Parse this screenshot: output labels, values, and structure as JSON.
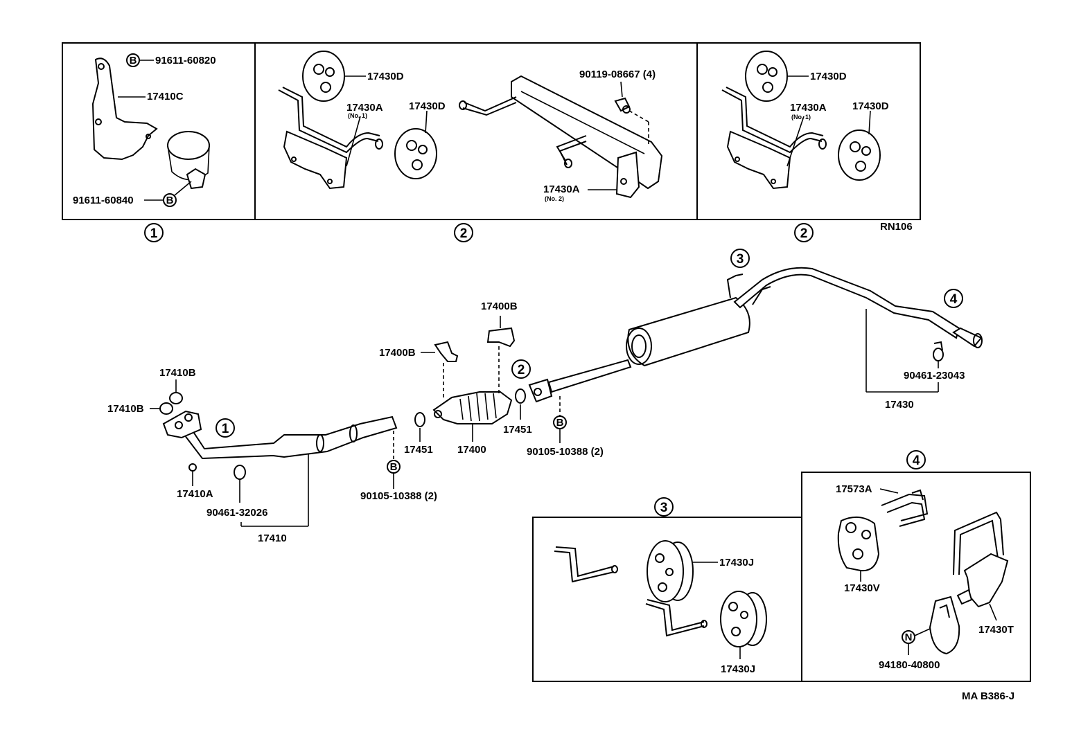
{
  "callouts": {
    "c1": "1",
    "c2": "2",
    "c3": "3",
    "c4": "4"
  },
  "codes": {
    "rn": "RN106",
    "ma": "MA B386-J"
  },
  "markers": {
    "b": "B",
    "n": "N"
  },
  "panel1": {
    "p91611_60820": "91611-60820",
    "p17410C": "17410C",
    "p91611_60840": "91611-60840"
  },
  "panel2a": {
    "p17430D_top": "17430D",
    "p17430A_no1": "17430A",
    "no1": "(No. 1)",
    "p17430D_mid": "17430D",
    "p90119": "90119-08667 (4)",
    "p17430A_no2": "17430A",
    "no2": "(No. 2)"
  },
  "panel2b": {
    "p17430D_top": "17430D",
    "p17430A_no1": "17430A",
    "no1": "(No. 1)",
    "p17430D_mid": "17430D"
  },
  "main": {
    "p17410B_a": "17410B",
    "p17410B_b": "17410B",
    "p17410A": "17410A",
    "p90461_32026": "90461-32026",
    "p17410": "17410",
    "p90105_left": "90105-10388 (2)",
    "p17451_left": "17451",
    "p17400B_left": "17400B",
    "p17400B_top": "17400B",
    "p17400": "17400",
    "p17451_right": "17451",
    "p90105_right": "90105-10388 (2)",
    "p90461_23043": "90461-23043",
    "p17430": "17430"
  },
  "panel3": {
    "p17430J_top": "17430J",
    "p17430J_bottom": "17430J"
  },
  "panel4": {
    "p17573A": "17573A",
    "p17430V": "17430V",
    "p17430T": "17430T",
    "p94180": "94180-40800"
  }
}
